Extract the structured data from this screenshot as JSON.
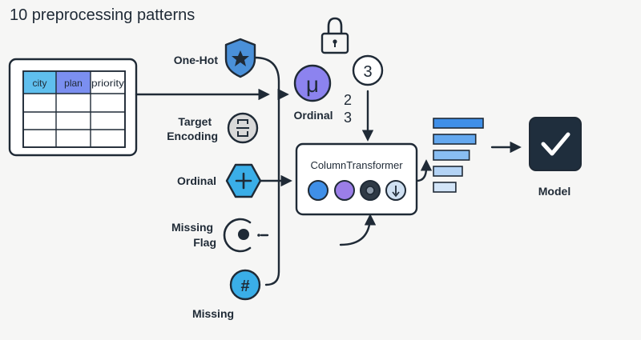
{
  "title": "10 preprocessing patterns",
  "table": {
    "headers": [
      "city",
      "plan",
      "priority"
    ]
  },
  "patterns": [
    {
      "label_lines": [
        "One-Hot"
      ],
      "icon": "star-shield-icon",
      "color": "#4a90d9"
    },
    {
      "label_lines": [
        "Target",
        "Encoding"
      ],
      "icon": "target-encoding-icon",
      "color": "#d9d9d9"
    },
    {
      "label_lines": [
        "Ordinal"
      ],
      "icon": "plus-hexagon-icon",
      "color": "#3aaee8"
    },
    {
      "label_lines": [
        "Missing",
        "Flag"
      ],
      "icon": "missing-flag-icon",
      "color": "#ffffff"
    },
    {
      "label_lines": [
        "Missing"
      ],
      "icon": "hash-icon",
      "color": "#3aaee8"
    }
  ],
  "ordinal_node": {
    "symbol": "μ",
    "label": "Ordinal",
    "digits": [
      "2",
      "3"
    ],
    "color": "#8c83ef"
  },
  "step_badge": "3",
  "lock": "lock-icon",
  "column_transformer": {
    "label": "ColumnTransformer",
    "slots": [
      {
        "kind": "solid",
        "color": "#3f8fe8"
      },
      {
        "kind": "solid",
        "color": "#9b7ee8"
      },
      {
        "kind": "ring",
        "color": "#2f3a46"
      },
      {
        "kind": "arrow",
        "color": "#cfe0f2"
      }
    ]
  },
  "bars": {
    "values": [
      1.0,
      0.85,
      0.72,
      0.58,
      0.45
    ],
    "colors": [
      "#3f8fe8",
      "#64a8ef",
      "#89bef2",
      "#b3d3f5",
      "#d2e4f7"
    ]
  },
  "model": {
    "label": "Model",
    "icon": "check-icon",
    "color": "#1f2e3d"
  },
  "colors": {
    "ink": "#1f2a36",
    "table_header_blue": "#5fbfee",
    "table_header_purple": "#7b8ff0",
    "background": "#f6f6f5"
  }
}
